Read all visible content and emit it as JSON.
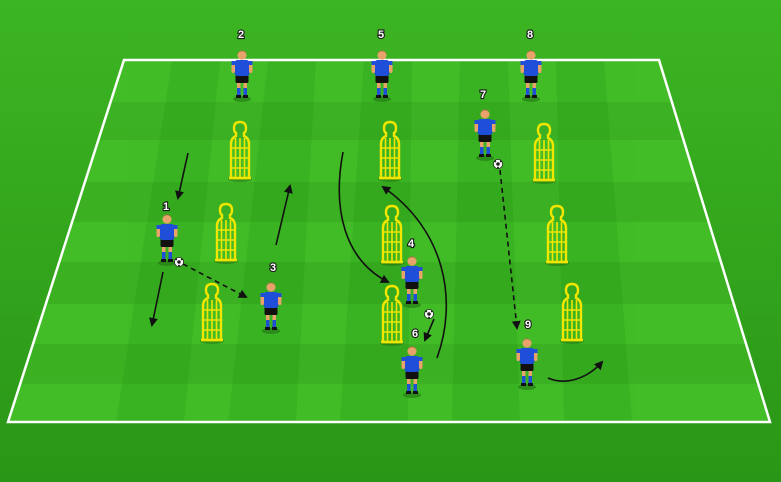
{
  "colors": {
    "grass_dark": "#2e9f1a",
    "grass_light": "#46c02a",
    "line": "#ffffff",
    "jersey": "#1f4fd8",
    "shorts": "#111111",
    "socks": "#1f4fd8",
    "skin": "#e8a36a",
    "mannequin": "#f2e600",
    "arrow": "#111111"
  },
  "players": [
    {
      "label": "1",
      "icon": "player-icon"
    },
    {
      "label": "2",
      "icon": "player-icon"
    },
    {
      "label": "3",
      "icon": "player-icon"
    },
    {
      "label": "4",
      "icon": "player-icon"
    },
    {
      "label": "5",
      "icon": "player-icon"
    },
    {
      "label": "6",
      "icon": "player-icon"
    },
    {
      "label": "7",
      "icon": "player-icon"
    },
    {
      "label": "8",
      "icon": "player-icon"
    },
    {
      "label": "9",
      "icon": "player-icon"
    }
  ],
  "mannequin_icon": "mannequin-icon",
  "ball_icon": "soccer-ball-icon"
}
